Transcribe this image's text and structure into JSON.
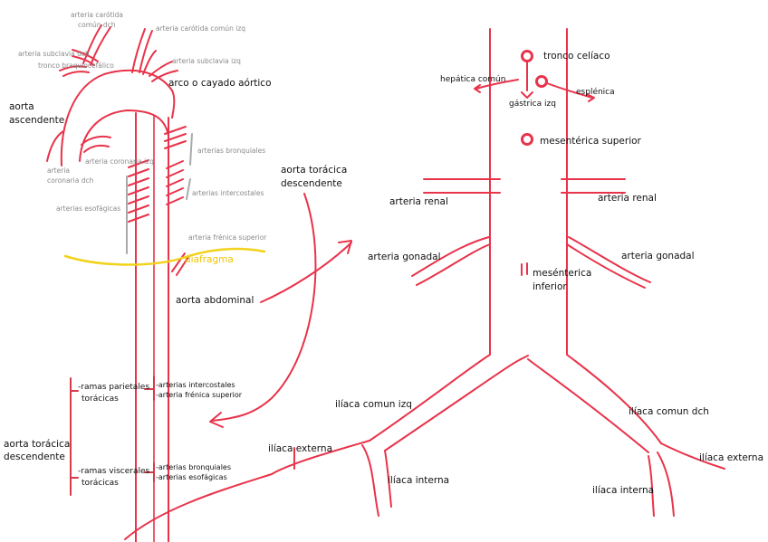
{
  "colors": {
    "vessel": "#e8334a",
    "bracket": "#d63b4a",
    "muted": "#aaaaaa",
    "diaphragm": "#f2d21b",
    "text": "#111111",
    "gray_text": "#8a8a8a"
  },
  "aorta_diagram": {
    "carotida_comun_dch": [
      "arteria carótida",
      "común dch"
    ],
    "carotida_comun_izq": "arteria carótida común izq",
    "subclavia_dch": "arteria subclavia dch",
    "tronco_braquiocefalico": "tronco braquiocefálico",
    "subclavia_izq": "arteria subclavia izq",
    "arco": "arco o cayado aórtico",
    "aorta_ascendente": [
      "aorta",
      "ascendente"
    ],
    "bronquiales": "arterias bronquiales",
    "coronaria_izq": "arteria coronaria izq",
    "coronaria_dch": [
      "arteria",
      "coronaria dch"
    ],
    "intercostales": "arterias intercostales",
    "esofagicas": "arterias esofágicas",
    "frenica_superior": "arteria frénica superior",
    "diafragma": "diafragma",
    "aorta_abdominal": "aorta abdominal",
    "aorta_toracica_descendente": [
      "aorta torácica",
      "descendente"
    ]
  },
  "outline": {
    "root": [
      "aorta torácica",
      "descendente"
    ],
    "parietales": {
      "label": [
        "-ramas parietales",
        "torácicas"
      ],
      "items": [
        "-arterias intercostales",
        "-arteria frénica superior"
      ]
    },
    "viscerales": {
      "label": [
        "-ramas viscerales",
        "torácicas"
      ],
      "items": [
        "-arterias bronquiales",
        "-arterias esofágicas"
      ]
    }
  },
  "abdominal_diagram": {
    "tronco_celiaco": "tronco celíaco",
    "hepatica_comun": "hepática común",
    "gastrica_izq": "gástrica izq",
    "esplenica": "esplénica",
    "mesenterica_superior": "mesentérica superior",
    "renal_izq": "arteria renal",
    "renal_dch": "arteria renal",
    "gonadal_izq": "arteria gonadal",
    "gonadal_dch": "arteria gonadal",
    "mesenterica_inferior": [
      "mesénterica",
      "inferior"
    ],
    "iliaca_comun_izq": "ilíaca comun izq",
    "iliaca_comun_dch": "ilíaca comun dch",
    "iliaca_externa_izq": "ilíaca externa",
    "iliaca_externa_dch": "ilíaca externa",
    "iliaca_interna_izq": "ilíaca interna",
    "iliaca_interna_dch": "ilíaca interna"
  }
}
